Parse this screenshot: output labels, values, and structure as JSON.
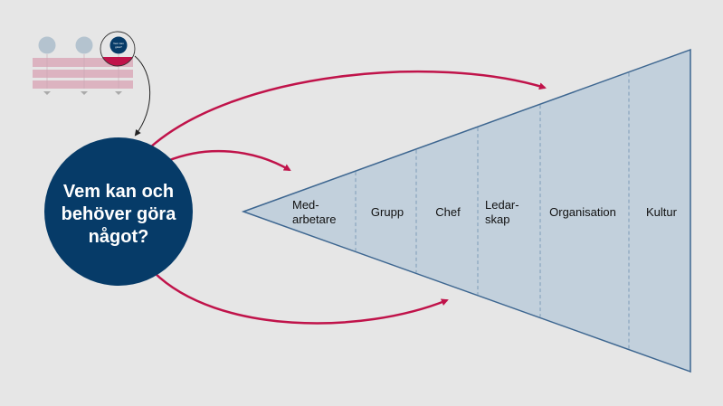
{
  "colors": {
    "background": "#e6e6e6",
    "circle": "#063b68",
    "arrow": "#c0134a",
    "funnel_fill": "#c2d0dc",
    "funnel_stroke": "#3d6690",
    "divider": "#7f9db8",
    "mini_row": "#dcb3c0",
    "mini_dot": "#b4c3cf"
  },
  "question": {
    "lines": [
      "Vem kan och",
      "behöver göra",
      "något?"
    ]
  },
  "funnel": {
    "segments": [
      {
        "lines": [
          "Med-",
          "arbetare"
        ]
      },
      {
        "lines": [
          "Grupp"
        ]
      },
      {
        "lines": [
          "Chef"
        ]
      },
      {
        "lines": [
          "Ledar-",
          "skap"
        ]
      },
      {
        "lines": [
          "Organisation"
        ]
      },
      {
        "lines": [
          "Kultur"
        ]
      }
    ]
  },
  "mini_overview": {
    "dots": 3,
    "rows": 3,
    "highlighted_dot": 3
  }
}
